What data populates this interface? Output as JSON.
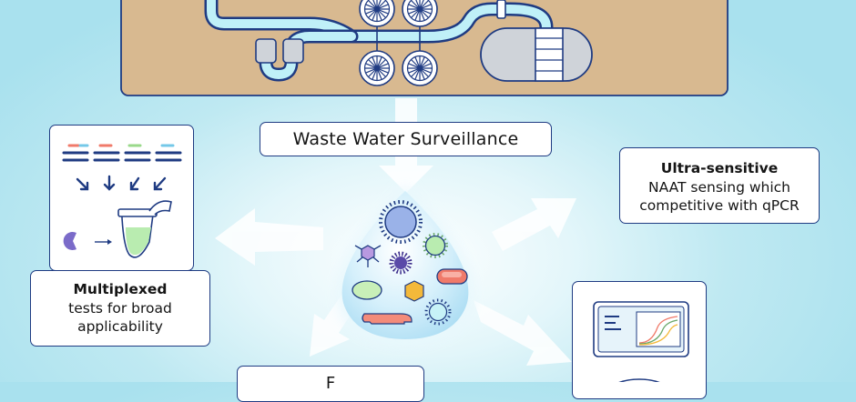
{
  "banner": {
    "text": "Waste Water Surveillance"
  },
  "ultra": {
    "title": "Ultra-sensitive",
    "lines": [
      "NAAT sensing which",
      "competitive with qPCR"
    ]
  },
  "multi": {
    "title": "Multiplexed",
    "lines": [
      "tests for broad",
      "applicability"
    ]
  },
  "bottom": {
    "text": "F"
  },
  "colors": {
    "ground": "#d8b990",
    "outline": "#1f3b82",
    "pipe": "#bff0f8",
    "tank": "#cfd3d9",
    "arrow": "#ffffff"
  },
  "icons": [
    "sewer-pipe",
    "gear-wheel",
    "storage-tank",
    "dna-strand",
    "pcr-tube",
    "virus",
    "monitor-chart",
    "droplet"
  ]
}
